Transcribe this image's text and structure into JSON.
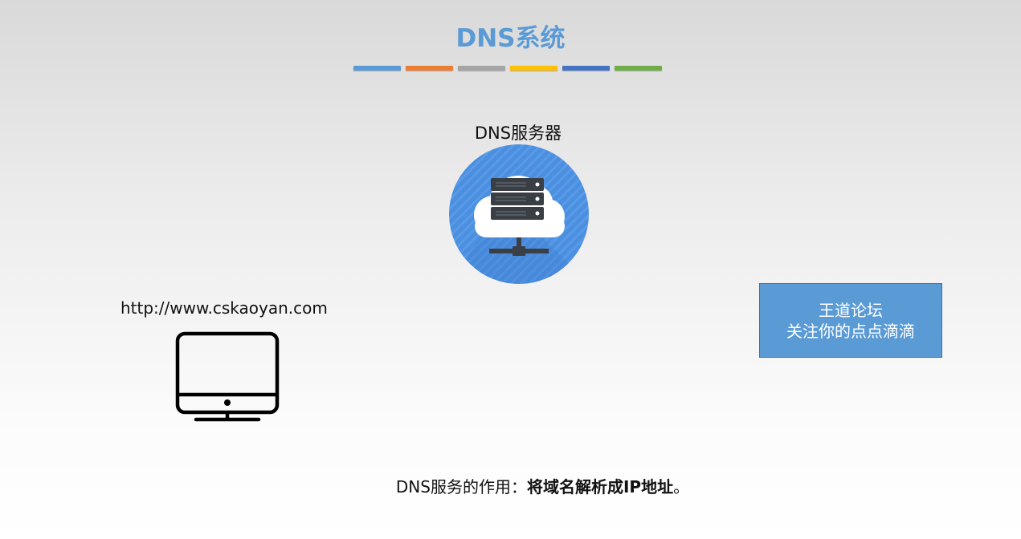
{
  "title": "DNS系统",
  "color_bar": {
    "colors": [
      "#5b9bd5",
      "#ed7d31",
      "#a5a5a5",
      "#ffc000",
      "#4472c4",
      "#70ad47"
    ]
  },
  "server": {
    "label": "DNS服务器",
    "icon": "cloud-server-icon",
    "circle_color": "#4a8fe0"
  },
  "client": {
    "url": "http://www.cskaoyan.com",
    "icon": "monitor-icon"
  },
  "promo_box": {
    "line1": "王道论坛",
    "line2": "关注你的点点滴滴",
    "color": "#5b9bd5"
  },
  "caption": {
    "prefix": "DNS服务的作用：",
    "emphasis": "将域名解析成IP地址",
    "suffix": "。"
  }
}
